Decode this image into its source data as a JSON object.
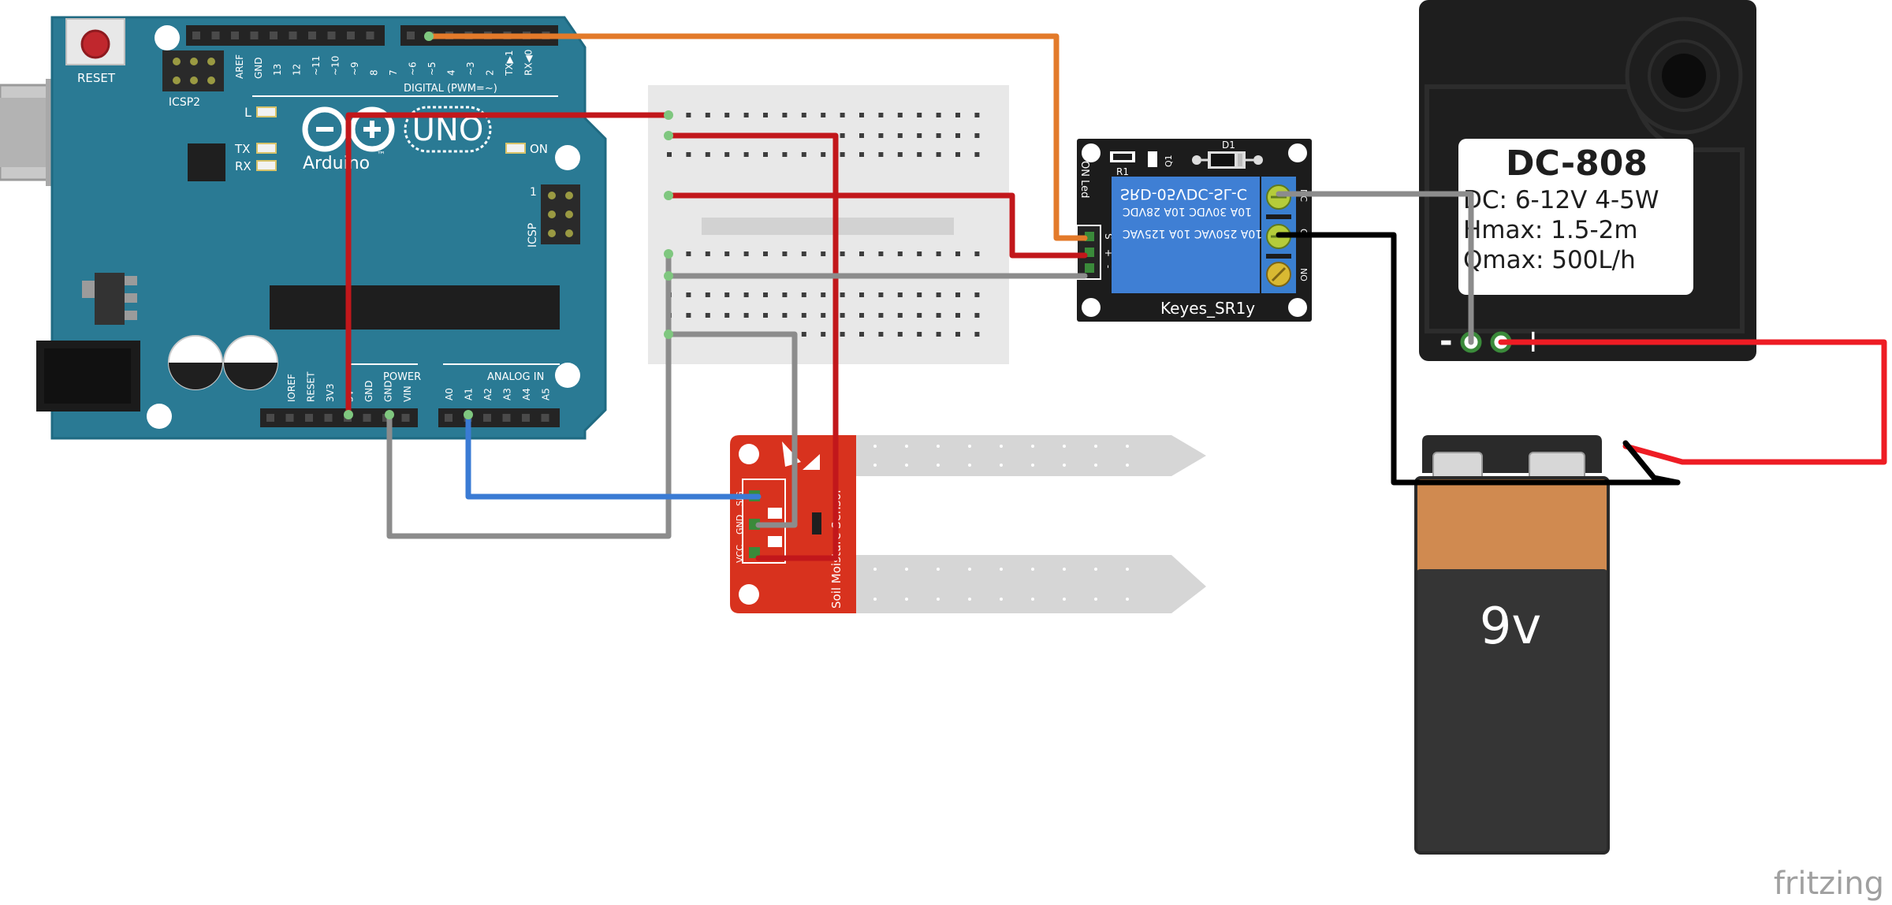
{
  "arduino": {
    "reset_label": "RESET",
    "icsp2_label": "ICSP2",
    "icsp_label": "ICSP",
    "aref_label": "AREF",
    "gnd_label": "GND",
    "digital_header_pins": [
      "13",
      "12",
      "~11",
      "~10",
      "~9",
      "8",
      "7",
      "~6",
      "~5",
      "4",
      "~3",
      "2",
      "TX▶1",
      "RX◀0"
    ],
    "digital_label": "DIGITAL (PWM=~)",
    "l_label": "L",
    "tx_label": "TX",
    "rx_label": "RX",
    "on_label": "ON",
    "uno_label": "UNO",
    "brand": "Arduino",
    "trademark": "™",
    "icsp_pin1": "1",
    "power_pins": [
      "IOREF",
      "RESET",
      "3V3",
      "5V",
      "GND",
      "GND",
      "VIN"
    ],
    "power_label": "POWER",
    "analog_pins": [
      "A0",
      "A1",
      "A2",
      "A3",
      "A4",
      "A5"
    ],
    "analog_label": "ANALOG IN"
  },
  "relay": {
    "name": "Keyes_SR1y",
    "relay_model": "SRD-05VDC-SL-C",
    "rating_1": "10A 30VDC 10A 28VDC",
    "rating_2": "10A 250VAC 10A 125VAC",
    "r1": "R1",
    "q1": "Q1",
    "d1": "D1",
    "on_led": "ON Led",
    "pin_s": "S",
    "pin_plus": "+",
    "pin_minus": "-",
    "terminal_nc": "NC",
    "terminal_c": "C",
    "terminal_no": "NO"
  },
  "pump": {
    "model": "DC-808",
    "spec_dc": "DC: 6-12V 4-5W",
    "spec_hmax": "Hmax: 1.5-2m",
    "spec_qmax": "Qmax: 500L/h",
    "minus": "-",
    "plus": "+"
  },
  "battery": {
    "label": "9v"
  },
  "sensor": {
    "label": "Soil Moisture Sensor",
    "pin_sig": "SIG",
    "pin_gnd": "GND",
    "pin_vcc": "VCC"
  },
  "footer": {
    "brand": "fritzing"
  },
  "colors": {
    "arduino_board": "#2a7a94",
    "arduino_edge": "#1f6a82",
    "relay_board": "#1c1c1c",
    "relay_block": "#3f7fd4",
    "terminal_green": "#2e8a2e",
    "pump_body": "#1e1e1e",
    "battery_top": "#d08a50",
    "battery_body": "#353535",
    "sensor_red": "#d8321e",
    "probe_grey": "#d6d6d6",
    "breadboard": "#e8e8e8",
    "wire_red": "#c2171b",
    "wire_orange": "#e37a2a",
    "wire_grey": "#8c8c8c",
    "wire_blue": "#3a7bd4",
    "wire_black": "#000000",
    "wire_bright_red": "#ee1c24"
  }
}
